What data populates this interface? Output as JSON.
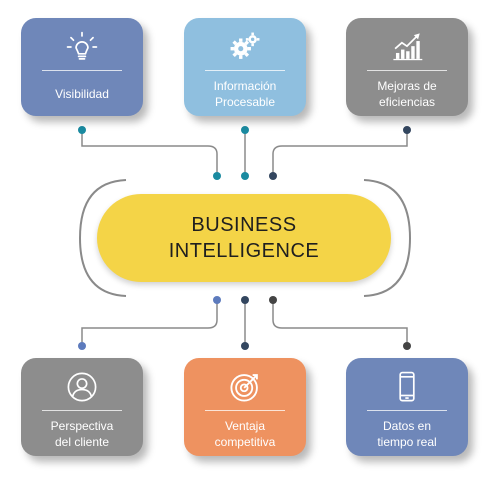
{
  "center": {
    "line1": "BUSINESS",
    "line2": "INTELLIGENCE",
    "color": "#f4d447"
  },
  "cards": {
    "visibilidad": {
      "lines": [
        "Visibilidad"
      ],
      "icon": "lightbulb-icon",
      "color": "#6f87b9"
    },
    "informacion": {
      "lines": [
        "Información",
        "Procesable"
      ],
      "icon": "gears-icon",
      "color": "#8fbfdf"
    },
    "mejoras": {
      "lines": [
        "Mejoras de",
        "eficiencias"
      ],
      "icon": "growth-chart-icon",
      "color": "#8d8d8d"
    },
    "perspectiva": {
      "lines": [
        "Perspectiva",
        "del cliente"
      ],
      "icon": "user-icon",
      "color": "#8d8d8d"
    },
    "ventaja": {
      "lines": [
        "Ventaja",
        "competitiva"
      ],
      "icon": "target-icon",
      "color": "#ee9260"
    },
    "datos": {
      "lines": [
        "Datos en",
        "tiempo real"
      ],
      "icon": "smartphone-icon",
      "color": "#6f87b9"
    }
  },
  "colors": {
    "connector_line": "#8a8a8a",
    "dot_teal": "#1a8aa0",
    "dot_blue": "#5d7bbd",
    "dot_navy": "#33465f",
    "dot_gray": "#444444"
  }
}
